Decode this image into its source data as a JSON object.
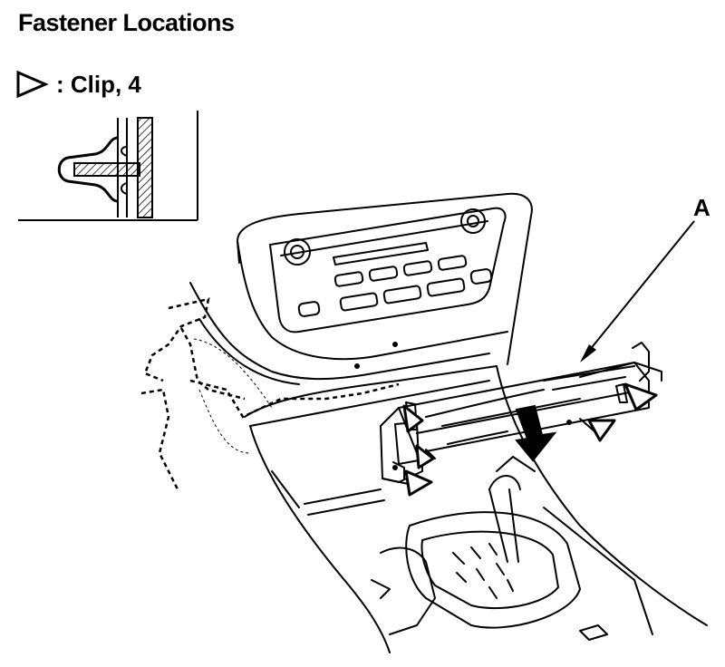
{
  "title": "Fastener Locations",
  "legend": {
    "symbol": "clip-triangle-icon",
    "text": ": Clip, 4"
  },
  "callout": {
    "label": "A"
  },
  "colors": {
    "ink": "#000000",
    "paper": "#ffffff"
  }
}
